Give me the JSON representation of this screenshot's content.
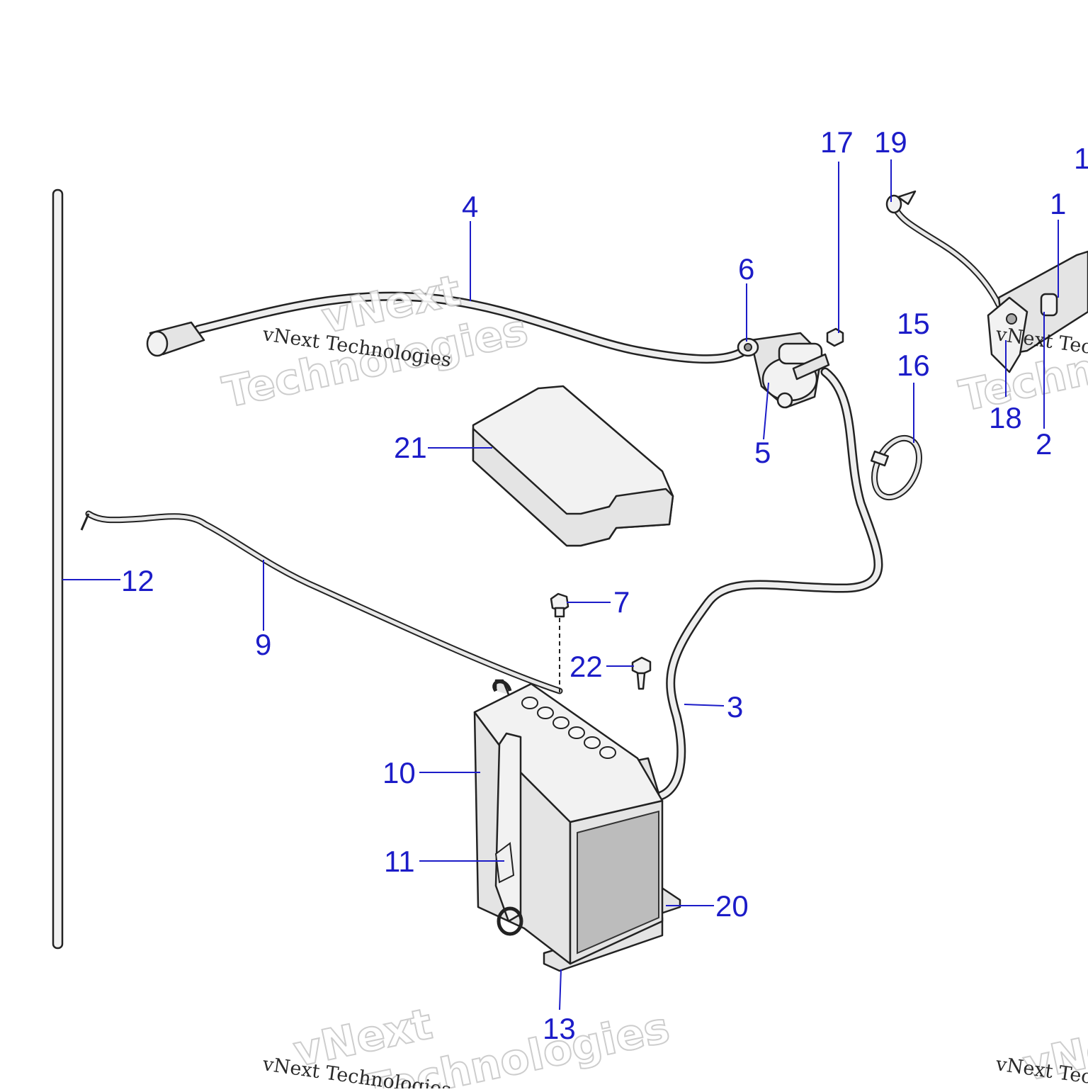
{
  "watermark": {
    "text": "vNext Technologies",
    "big_line1": "vNext",
    "big_line2": "Technologies"
  },
  "callouts": [
    {
      "id": "c1",
      "label": "1"
    },
    {
      "id": "c2",
      "label": "2"
    },
    {
      "id": "c3",
      "label": "3"
    },
    {
      "id": "c4",
      "label": "4"
    },
    {
      "id": "c5",
      "label": "5"
    },
    {
      "id": "c6",
      "label": "6"
    },
    {
      "id": "c7",
      "label": "7"
    },
    {
      "id": "c9",
      "label": "9"
    },
    {
      "id": "c10",
      "label": "10"
    },
    {
      "id": "c11",
      "label": "11"
    },
    {
      "id": "c12",
      "label": "12"
    },
    {
      "id": "c13",
      "label": "13"
    },
    {
      "id": "c15",
      "label": "15"
    },
    {
      "id": "c16",
      "label": "16"
    },
    {
      "id": "c17",
      "label": "17"
    },
    {
      "id": "c18",
      "label": "18"
    },
    {
      "id": "c19",
      "label": "19"
    },
    {
      "id": "c20",
      "label": "20"
    },
    {
      "id": "c21",
      "label": "21"
    },
    {
      "id": "c22",
      "label": "22"
    },
    {
      "id": "c1b",
      "label": "1"
    }
  ]
}
